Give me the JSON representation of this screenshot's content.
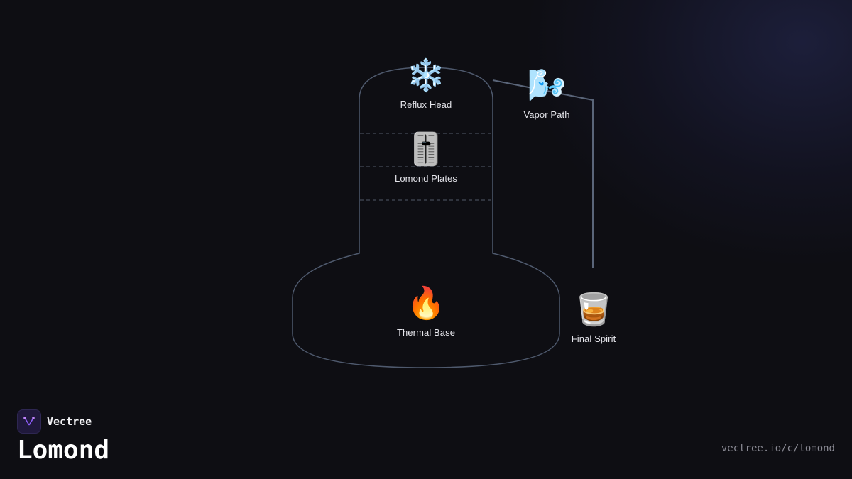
{
  "diagram": {
    "nodes": {
      "reflux_head": {
        "icon": "❄️",
        "icon_name": "snowflake-icon",
        "label": "Reflux Head"
      },
      "plates": {
        "icon": "🎚️",
        "icon_name": "level-slider-icon",
        "label": "Lomond Plates"
      },
      "thermal_base": {
        "icon": "🔥",
        "icon_name": "fire-icon",
        "label": "Thermal Base"
      },
      "vapor_path": {
        "icon": "🌬️",
        "icon_name": "wind-face-icon",
        "label": "Vapor Path"
      },
      "final_spirit": {
        "icon": "🥃",
        "icon_name": "tumbler-glass-icon",
        "label": "Final Spirit"
      }
    },
    "colors": {
      "outline": "#4f5a6e",
      "plate_divider": "#525a68",
      "background": "#0e0e13",
      "accent": "#8b5cf6"
    }
  },
  "brand": {
    "name": "Vectree",
    "product": "Lomond",
    "logo_icon": "vectree-logo-icon",
    "url": "vectree.io/c/lomond"
  }
}
